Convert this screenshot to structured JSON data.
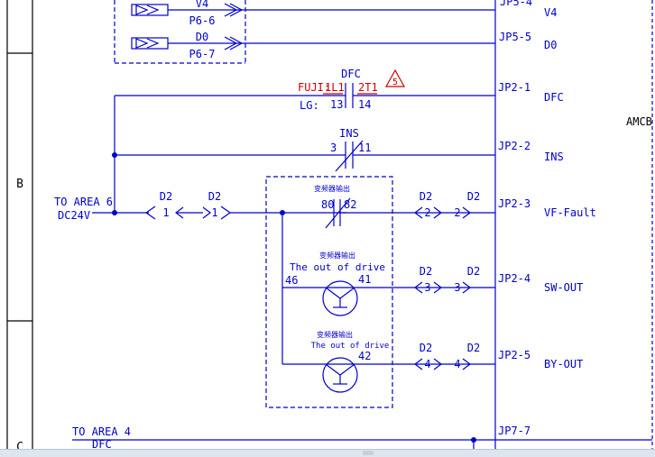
{
  "colors": {
    "wire": "#0000cc",
    "highlight": "#cc0000",
    "frame": "#000000"
  },
  "zone": {
    "row_b": "B",
    "row_c": "C",
    "amcb": "AMCB"
  },
  "top_rows": [
    {
      "box_label": "P6-6",
      "signal": "V4",
      "terminal": "JP5-4",
      "output": "V4"
    },
    {
      "box_label": "P6-7",
      "signal": "D0",
      "terminal": "JP5-5",
      "output": "D0"
    }
  ],
  "dfc": {
    "title": "DFC",
    "fuji": "FUJI:",
    "lg": "LG:",
    "left_fuji": "1L1",
    "left_lg": "13",
    "right_fuji": "2T1",
    "right_lg": "14",
    "revision": "5",
    "terminal": "JP2-1",
    "output": "DFC"
  },
  "ins": {
    "title": "INS",
    "left": "3",
    "right": "11",
    "terminal": "JP2-2",
    "output": "INS"
  },
  "area6": {
    "line1": "TO AREA 6",
    "line2": "DC24V"
  },
  "connector": {
    "name": "D2",
    "pin": "1"
  },
  "inverter": {
    "fault_title": "变频器输出",
    "fault_left": "80",
    "fault_right": "82",
    "sw_title": "变频器输出",
    "sw_sub": "The out of drive",
    "sw_left": "46",
    "sw_right": "41",
    "by_title": "变频器输出",
    "by_sub": "The out of drive",
    "by_right": "42"
  },
  "outputs": [
    {
      "left": "D2",
      "left_pin": "2",
      "right": "D2",
      "right_pin": "2",
      "terminal": "JP2-3",
      "label": "VF-Fault"
    },
    {
      "left": "D2",
      "left_pin": "3",
      "right": "D2",
      "right_pin": "3",
      "terminal": "JP2-4",
      "label": "SW-OUT"
    },
    {
      "left": "D2",
      "left_pin": "4",
      "right": "D2",
      "right_pin": "4",
      "terminal": "JP2-5",
      "label": "BY-OUT"
    }
  ],
  "area4": {
    "line1": "TO AREA 4",
    "line2": "DFC",
    "terminal": "JP7-7"
  }
}
